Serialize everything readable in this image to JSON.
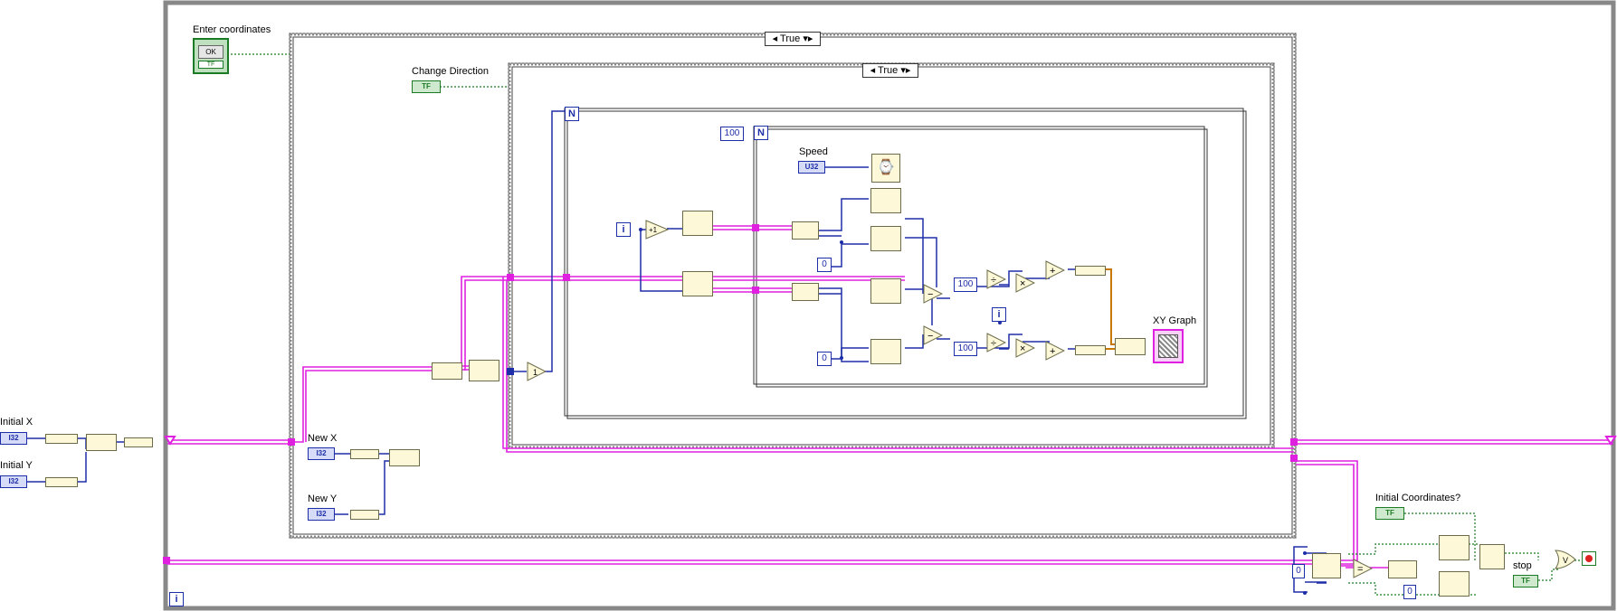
{
  "labels": {
    "enter_coordinates": "Enter coordinates",
    "change_direction": "Change Direction",
    "speed": "Speed",
    "xy_graph": "XY Graph",
    "initial_x": "Initial X",
    "initial_y": "Initial Y",
    "new_x": "New X",
    "new_y": "New Y",
    "initial_coordinates": "Initial Coordinates?",
    "stop": "stop"
  },
  "case_outer": {
    "selector": "True"
  },
  "case_inner": {
    "selector": "True"
  },
  "types": {
    "i32": "I32",
    "u32": "U32",
    "tf": "TF",
    "ok": "OK"
  },
  "constants": {
    "hundred_count": "100",
    "zero_a": "0",
    "zero_b": "0",
    "hundred_div_a": "100",
    "hundred_div_b": "100",
    "zero_compare": "0",
    "zero_index": "0"
  },
  "terminals": {
    "n": "N",
    "i": "i",
    "plus_one": "+1",
    "one": "1"
  },
  "colors": {
    "wire_array": "#e020e0",
    "wire_int": "#1e2ea8",
    "wire_bool": "#1b7a24",
    "wire_cluster": "#c87800"
  }
}
